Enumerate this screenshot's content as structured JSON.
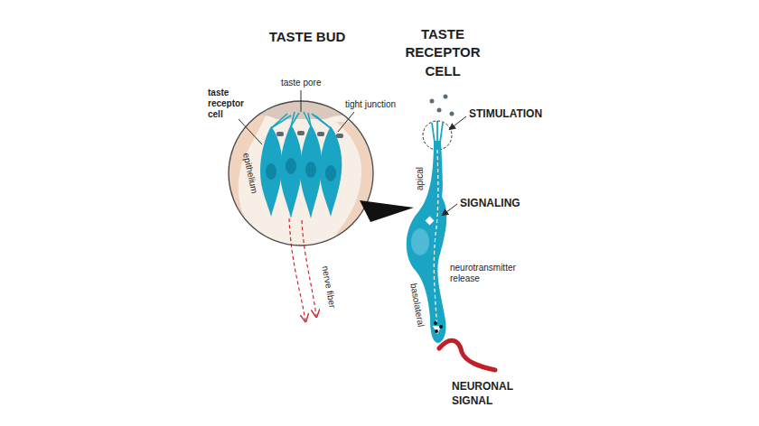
{
  "diagram": {
    "labels": [
      "TASTE BUD",
      "TASTE RECEPTOR CELL",
      "taste receptor cell",
      "taste pore",
      "tight junction",
      "epithelium",
      "nerve fiber",
      "STIMULATION",
      "apical",
      "SIGNALING",
      "neurotransmitter release",
      "basolateral",
      "NEURONAL SIGNAL"
    ]
  }
}
